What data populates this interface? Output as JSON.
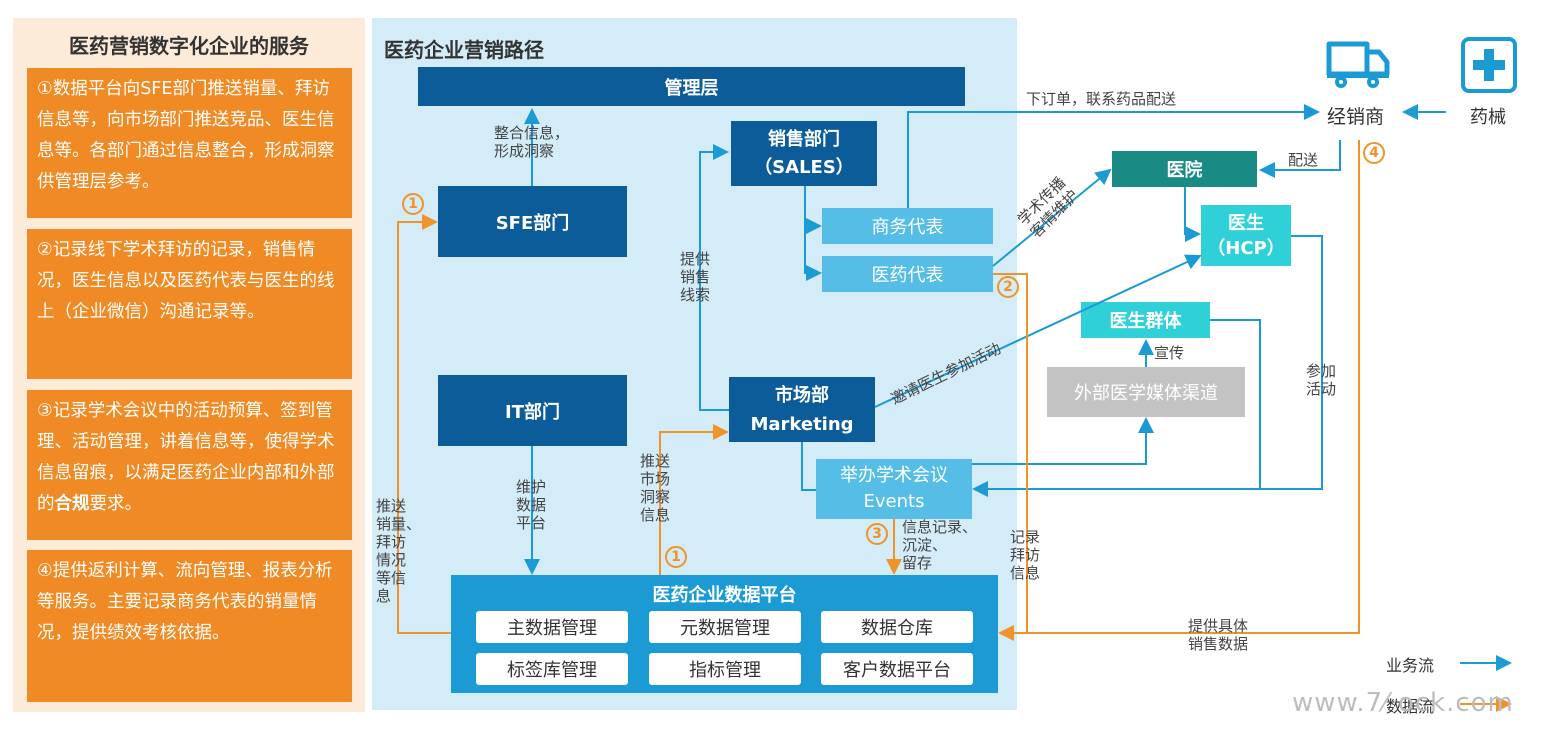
{
  "left": {
    "title": "医药营销数字化企业的服务",
    "box1": "①数据平台向SFE部门推送销量、拜访信息等，向市场部门推送竞品、医生信息等。各部门通过信息整合，形成洞察供管理层参考。",
    "box2": "②记录线下学术拜访的记录，销售情况，医生信息以及医药代表与医生的线上（企业微信）沟通记录等。",
    "box3_a": "③记录学术会议中的活动预算、签到管理、活动管理，讲着信息等，使得学术信息留痕，以满足医药企业内部和外部的",
    "box3_bold": "合规",
    "box3_b": "要求。",
    "box4": "④提供返利计算、流向管理、报表分析等服务。主要记录商务代表的销量情况，提供绩效考核依据。"
  },
  "middle": {
    "title": "医药企业营销路径",
    "mgmt": "管理层",
    "sfe": "SFE部门",
    "it": "IT部门",
    "sales_1": "销售部门",
    "sales_2": "（SALES）",
    "biz_rep": "商务代表",
    "med_rep": "医药代表",
    "mkt_1": "市场部",
    "mkt_2": "Marketing",
    "events_1": "举办学术会议",
    "events_2": "Events",
    "platform": {
      "title": "医药企业数据平台",
      "modules": [
        "主数据管理",
        "元数据管理",
        "数据仓库",
        "标签库管理",
        "指标管理",
        "客户数据平台"
      ]
    }
  },
  "right": {
    "hospital": "医院",
    "doctor_1": "医生",
    "doctor_2": "（HCP）",
    "doctor_group": "医生群体",
    "media": "外部医学媒体渠道",
    "distributor": "经销商",
    "device": "药械"
  },
  "labels": {
    "integrate_1": "整合信息，",
    "integrate_2": "形成洞察",
    "provide_leads": "提供\n销售\n线索",
    "push_sales": "推送\n销量、\n拜访\n情况\n等信\n息",
    "maintain": "维护\n数据\n平台",
    "push_market": "推送\n市场\n洞察\n信息",
    "info_record": "信息记录、\n沉淀、\n留存",
    "record_visit": "记录\n拜访\n信息",
    "order": "下订单，联系药品配送",
    "deliver": "配送",
    "academic_1": "学术传播",
    "academic_2": "客情维护",
    "invite": "邀请医生参加活动",
    "publicize": "宣传",
    "join": "参加\n活动",
    "sales_data_1": "提供具体",
    "sales_data_2": "销售数据",
    "circle_1": "1",
    "circle_2": "2",
    "circle_3": "3",
    "circle_4": "4"
  },
  "legend": {
    "business": "业务流",
    "data": "数据流"
  },
  "colors": {
    "business_flow": "#1b9ad4",
    "data_flow": "#f0932b",
    "dark_blue": "#0c5c99",
    "light_blue": "#55bde6",
    "orange": "#f08a24",
    "teal": "#1a8a85",
    "cyan": "#2fd0d8"
  },
  "watermark": "www.7⁄  ock.com"
}
